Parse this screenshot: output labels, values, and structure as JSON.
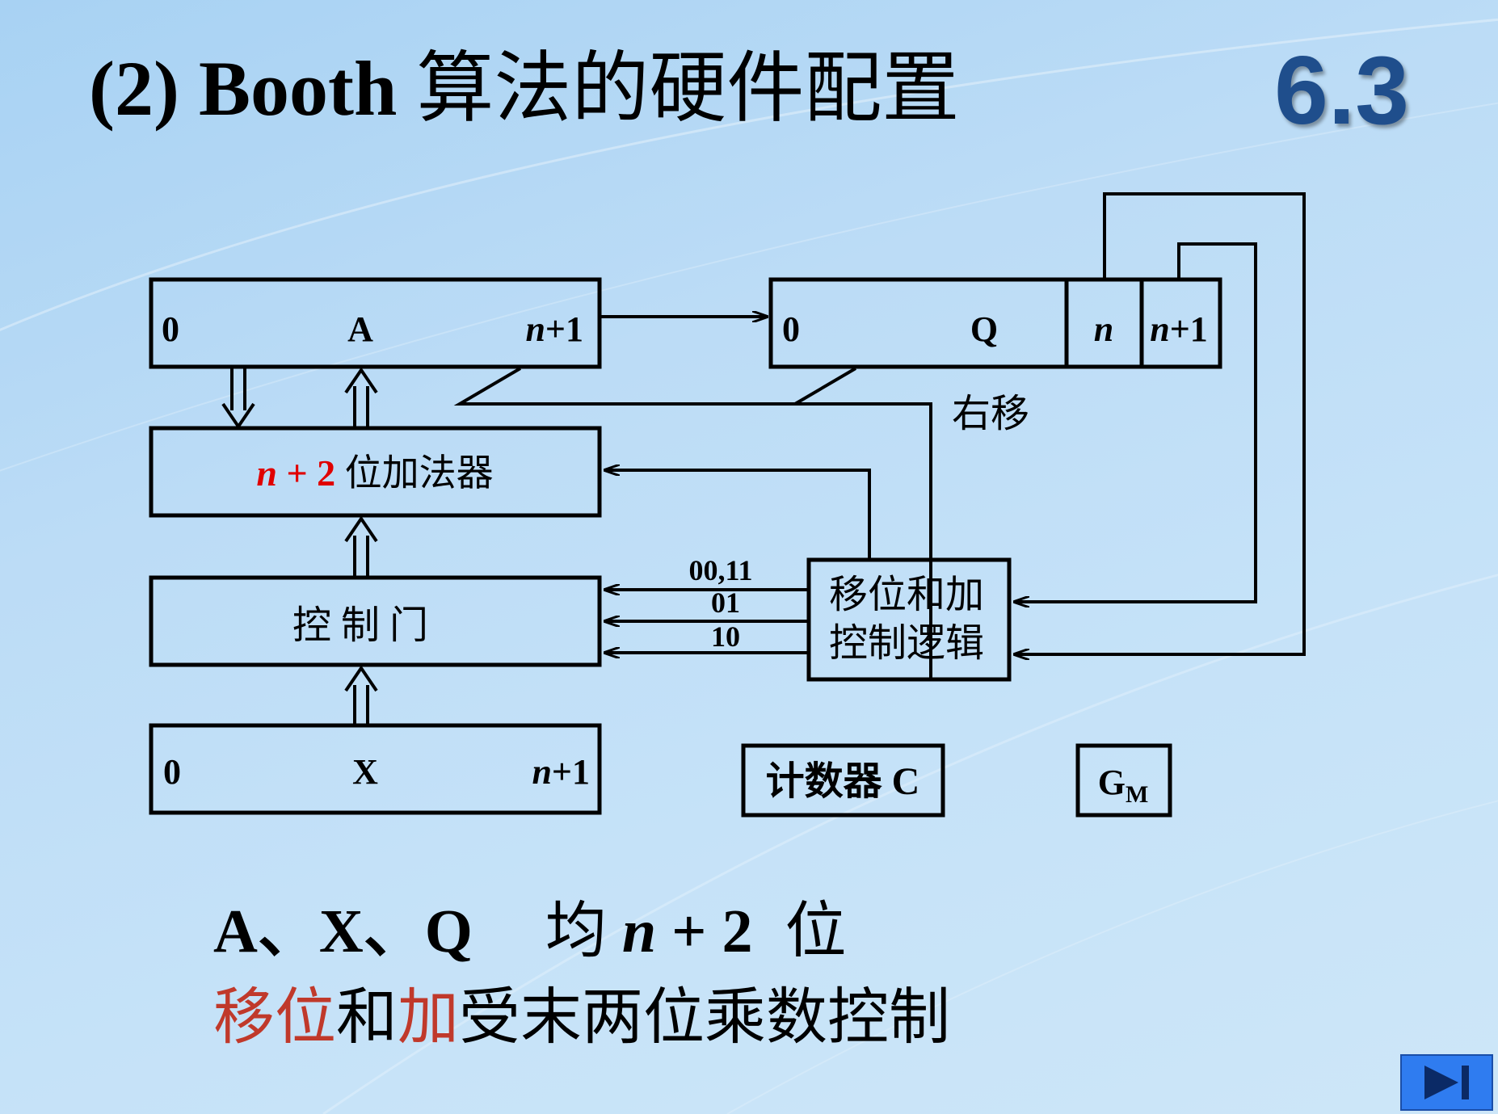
{
  "title": {
    "prefix": "(2) Booth ",
    "suffix": "算法的硬件配置"
  },
  "section_number": "6.3",
  "diagram": {
    "reg_a": {
      "left": "0",
      "name": "A",
      "right_var": "n",
      "right_rest": "+1"
    },
    "reg_q": {
      "left": "0",
      "name": "Q",
      "bit_n": "n",
      "bit_n1_var": "n",
      "bit_n1_rest": "+1"
    },
    "reg_x": {
      "left": "0",
      "name": "X",
      "right_var": "n",
      "right_rest": "+1"
    },
    "adder": {
      "n": "n",
      "plus2": " + 2",
      "label": " 位加法器"
    },
    "control_gate": "控 制 门",
    "shift_label": "右移",
    "logic": {
      "line1": "移位和加",
      "line2": "控制逻辑"
    },
    "signals": [
      "00,11",
      "01",
      "10"
    ],
    "counter": "计数器 C",
    "gm": {
      "base": "G",
      "sub": "M"
    }
  },
  "notes": {
    "line1": {
      "regs": "A、X、Q",
      "mid": "均 ",
      "n": "n",
      "rest": " + 2",
      "end": "位"
    },
    "line2": {
      "red1": "移位",
      "black1": "和",
      "red2": "加",
      "black2": "受末两位乘数控制"
    }
  },
  "colors": {
    "accent_red": "#e00000",
    "note_red": "#c0392b",
    "title_blue": "#1f4e8c"
  },
  "navigation": {
    "next_icon": "next-end-icon"
  }
}
